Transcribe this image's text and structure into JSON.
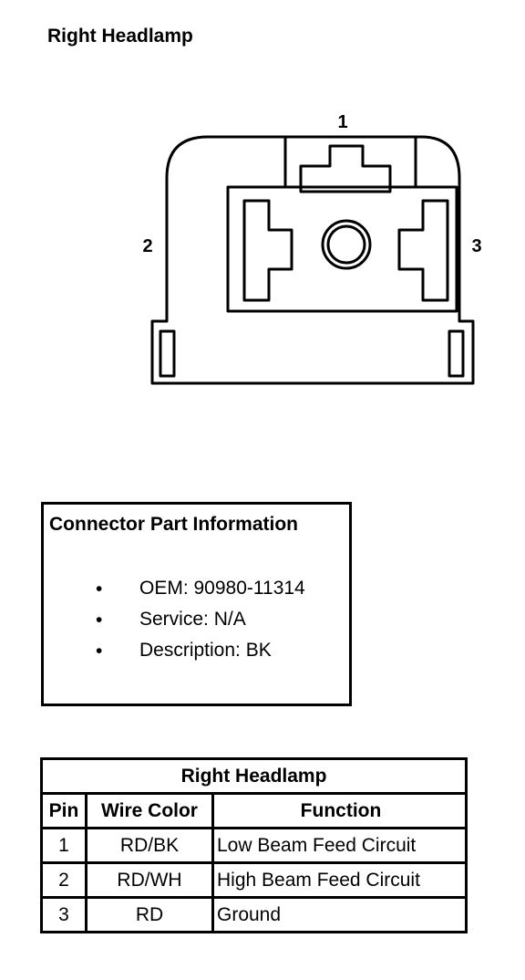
{
  "diagram": {
    "title": "Right Headlamp",
    "pin_labels": [
      "1",
      "2",
      "3"
    ]
  },
  "connector_info": {
    "title": "Connector Part Information",
    "items": [
      "OEM: 90980-11314",
      "Service: N/A",
      "Description: BK"
    ]
  },
  "pin_table": {
    "title": "Right Headlamp",
    "headers": [
      "Pin",
      "Wire Color",
      "Function"
    ],
    "rows": [
      [
        "1",
        "RD/BK",
        "Low Beam Feed Circuit"
      ],
      [
        "2",
        "RD/WH",
        "High Beam Feed Circuit"
      ],
      [
        "3",
        "RD",
        "Ground"
      ]
    ]
  }
}
